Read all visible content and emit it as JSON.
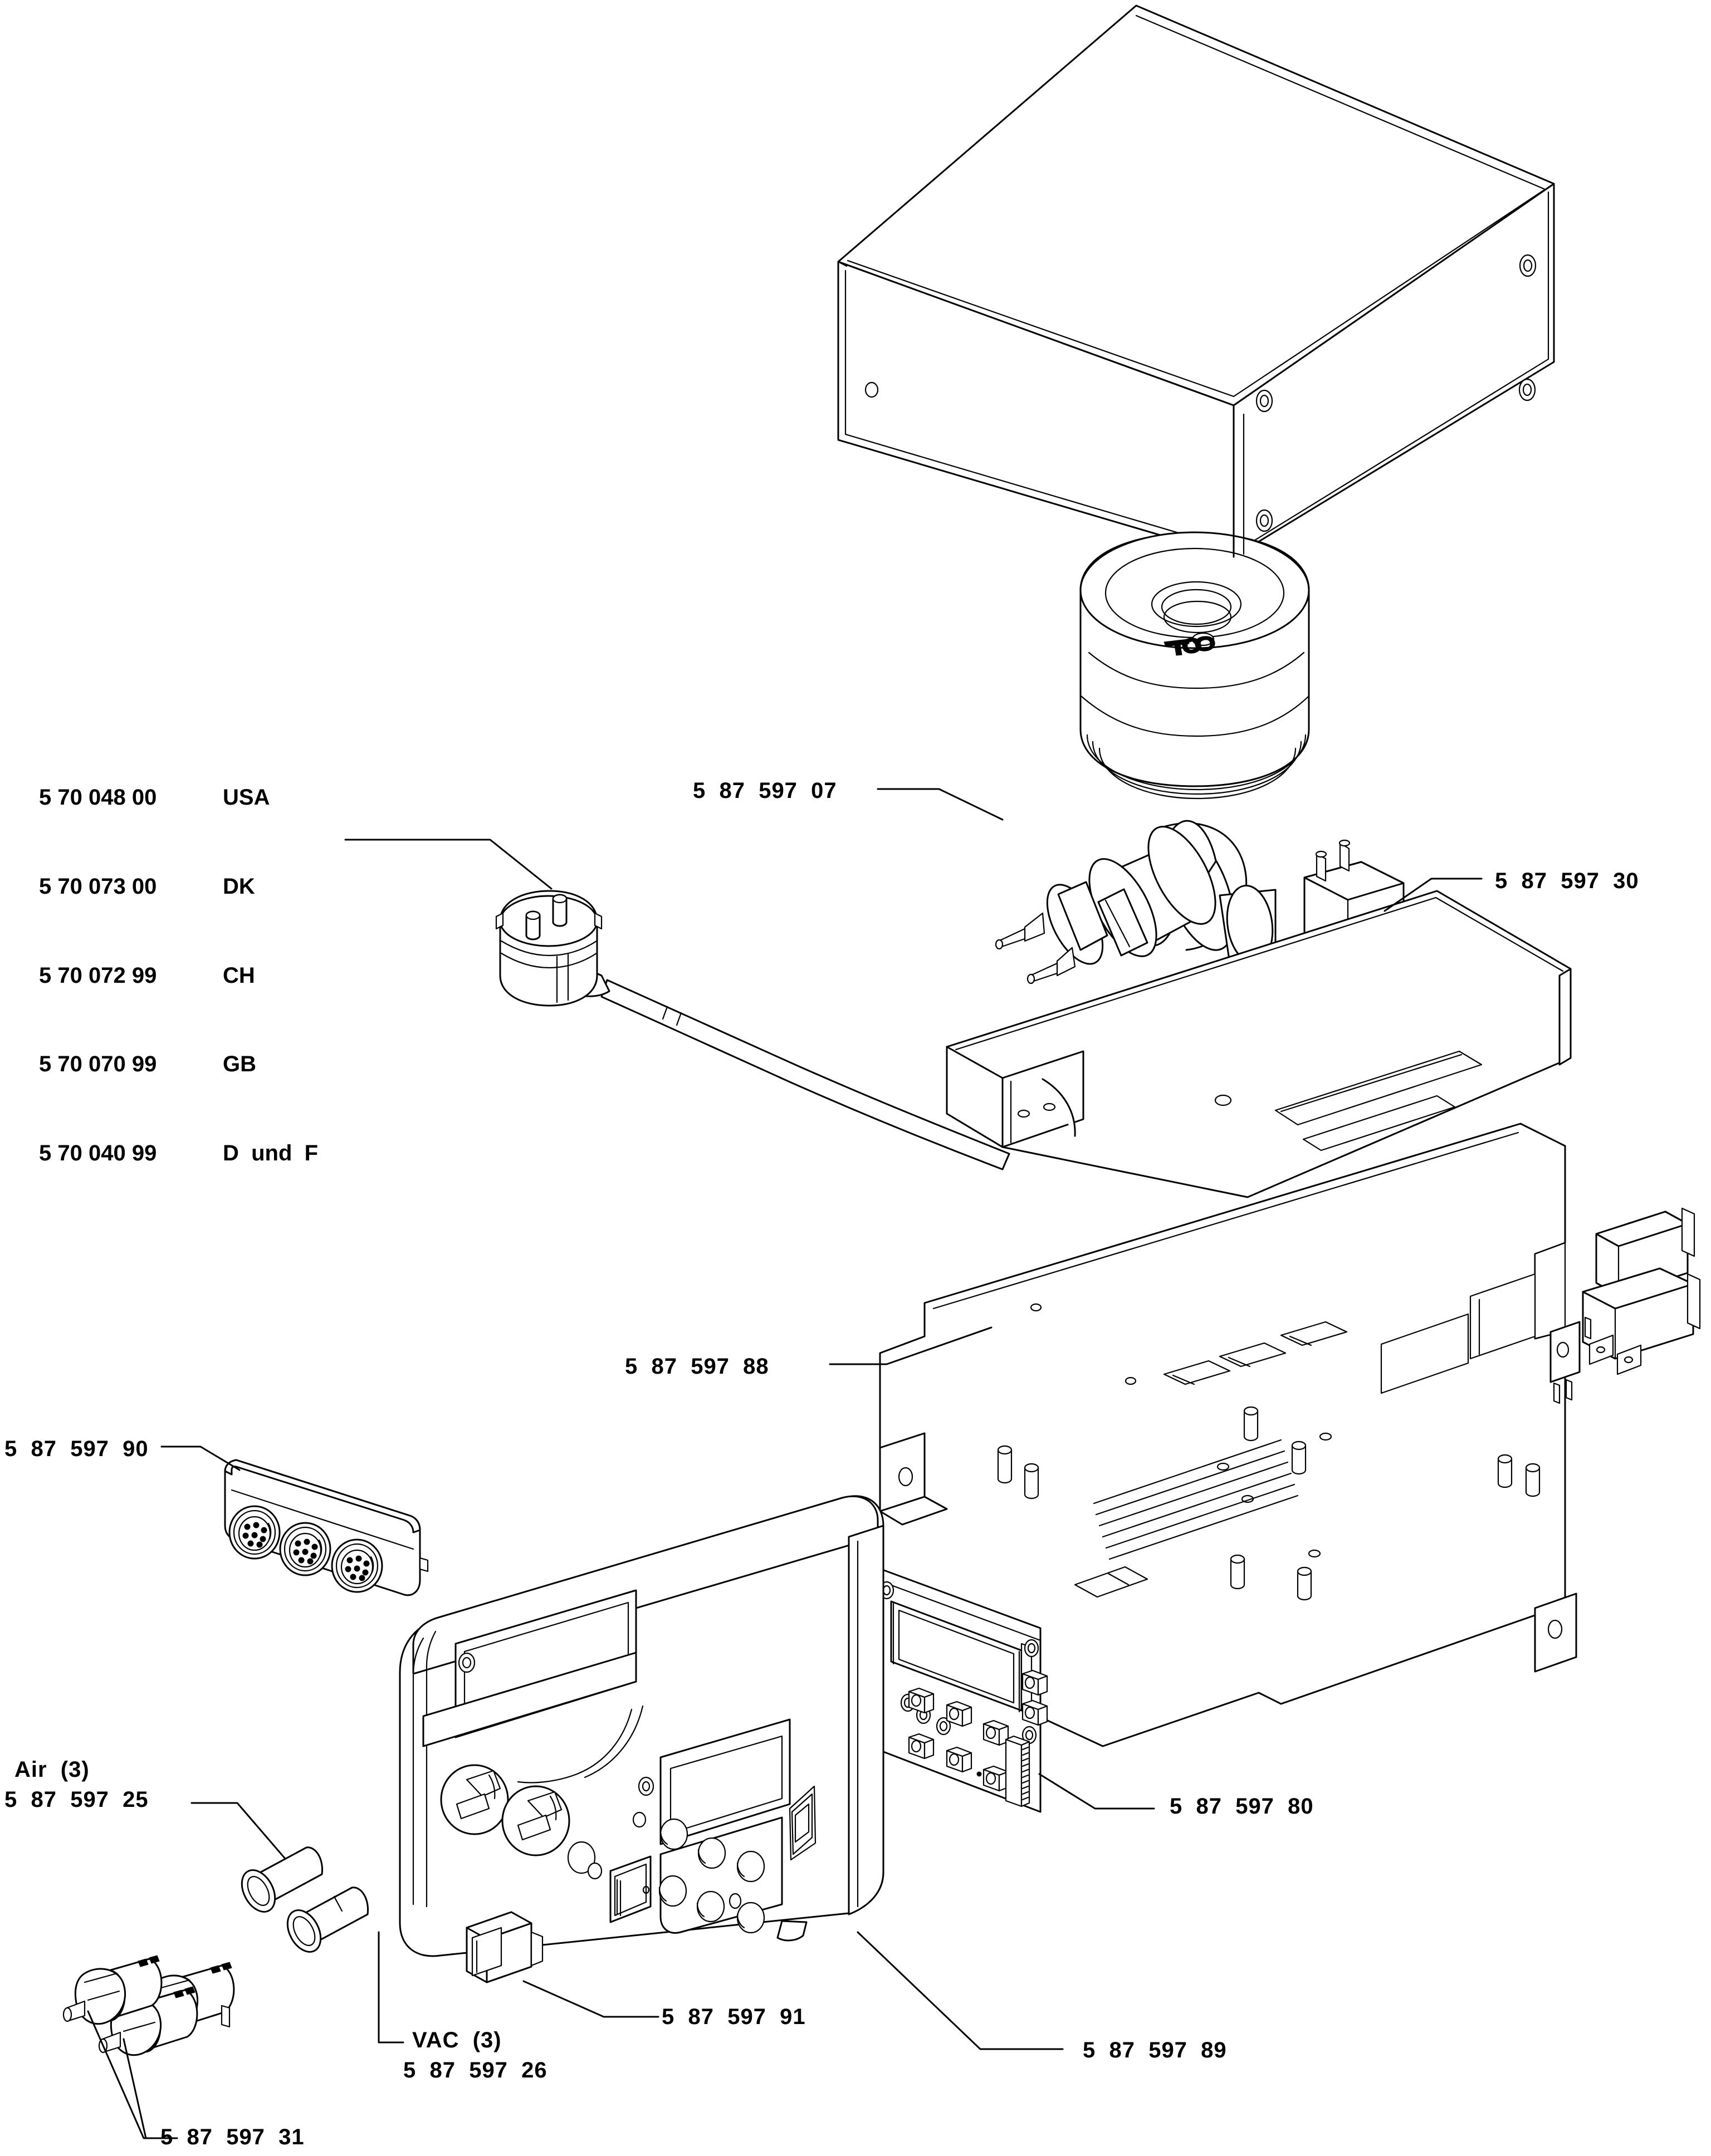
{
  "diagram": {
    "title": "Exploded parts diagram",
    "style": "technical line drawing, isometric exploded view"
  },
  "part_table": {
    "rows": [
      {
        "number": "5 70 048 00",
        "region": "USA"
      },
      {
        "number": "5 70 073 00",
        "region": "DK"
      },
      {
        "number": "5 70 072 99",
        "region": "CH"
      },
      {
        "number": "5 70 070 99",
        "region": "GB"
      },
      {
        "number": "5 70 040 99",
        "region": "D  und  F"
      }
    ]
  },
  "callouts": {
    "motor_pump": "5  87  597  07",
    "valve_block": "5  87  597  30",
    "base_plate": "5  87  597  88",
    "connector_panel": "5  87  597  90",
    "air_caption": "Air  (3)",
    "air_tubes": "5  87  597  25",
    "vac_caption": "VAC  (3)",
    "vac_tubes": "5  87  597  26",
    "valves": "5  87  597  31",
    "rocker_switch": "5  87  597  91",
    "front_panel": "5  87  597  89",
    "display_pcb": "5  87  597  80"
  },
  "components": {
    "cover": "sheet-metal U-shaped top cover",
    "transformer": "toroidal transformer",
    "mains_cable": "mains power cable with plug",
    "motor": "compressor motor with dual ports",
    "valve": "solenoid valve block",
    "chassis": "chassis base plate",
    "main_board": "main circuit board plate",
    "relays": "relay modules",
    "din_sockets": "three DIN sockets",
    "front_bezel": "front panel bezel",
    "lcd": "LCD display",
    "buttons": "membrane buttons",
    "knobs": "rotary knobs",
    "tubes_air": "air tubes",
    "tubes_vac": "vacuum tubes",
    "valve_bodies": "three valve bodies with caps"
  },
  "colors": {
    "line": "#000000",
    "fill": "#ffffff",
    "background": "#ffffff"
  }
}
